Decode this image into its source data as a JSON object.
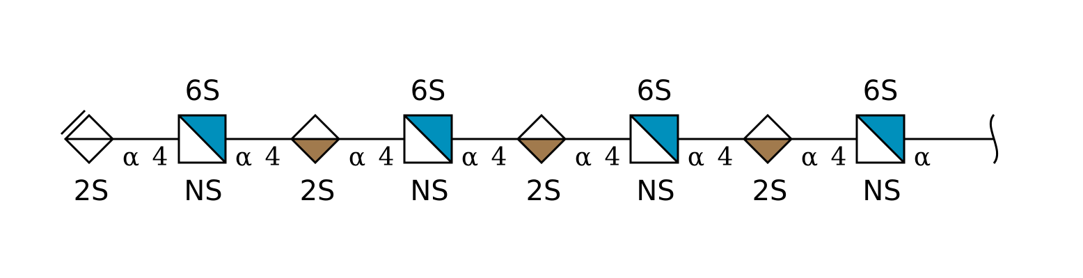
{
  "colors": {
    "glcnac": "#0090BC",
    "idoa": "#A17A4D",
    "line": "#000000",
    "background": "#FFFFFF"
  },
  "residues": [
    {
      "kind": "iduronic-acid-unsaturated",
      "substituents": [
        "2S"
      ]
    },
    {
      "kind": "glucosamine",
      "substituents": [
        "6S",
        "NS"
      ]
    },
    {
      "kind": "iduronic-acid",
      "substituents": [
        "2S"
      ]
    },
    {
      "kind": "glucosamine",
      "substituents": [
        "6S",
        "NS"
      ]
    },
    {
      "kind": "iduronic-acid",
      "substituents": [
        "2S"
      ]
    },
    {
      "kind": "glucosamine",
      "substituents": [
        "6S",
        "NS"
      ]
    },
    {
      "kind": "iduronic-acid",
      "substituents": [
        "2S"
      ]
    },
    {
      "kind": "glucosamine",
      "substituents": [
        "6S",
        "NS"
      ]
    }
  ],
  "linkages": [
    {
      "anomer": "α",
      "position": "4"
    },
    {
      "anomer": "α",
      "position": "4"
    },
    {
      "anomer": "α",
      "position": "4"
    },
    {
      "anomer": "α",
      "position": "4"
    },
    {
      "anomer": "α",
      "position": "4"
    },
    {
      "anomer": "α",
      "position": "4"
    },
    {
      "anomer": "α",
      "position": "4"
    }
  ],
  "reducing_end": {
    "anomer": "α"
  }
}
